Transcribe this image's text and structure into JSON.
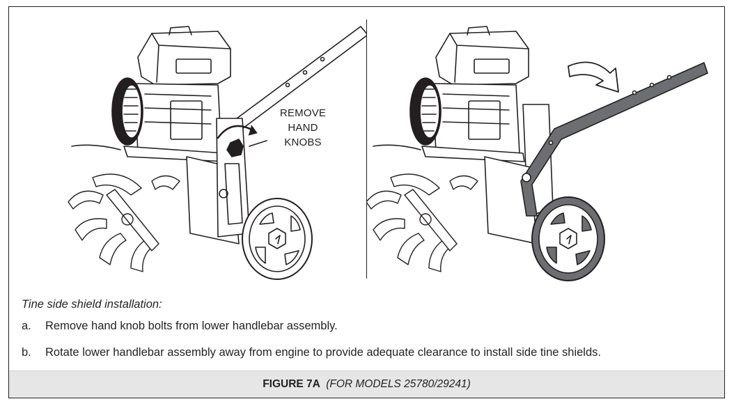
{
  "callout": {
    "line1": "REMOVE",
    "line2": "HAND",
    "line3": "KNOBS"
  },
  "caption": {
    "title": "Tine side shield installation:",
    "steps": [
      {
        "letter": "a.",
        "text": "Remove hand knob bolts from lower handlebar assembly."
      },
      {
        "letter": "b.",
        "text": "Rotate lower handlebar assembly away from engine to provide adequate clearance to install side tine shields."
      }
    ]
  },
  "footer": {
    "figure_id": "FIGURE 7A",
    "models": "(FOR MODELS 25780/29241)"
  },
  "colors": {
    "line": "#231f20",
    "footer_bg": "#e6e6e6",
    "highlight_gray": "#6d6e71"
  }
}
